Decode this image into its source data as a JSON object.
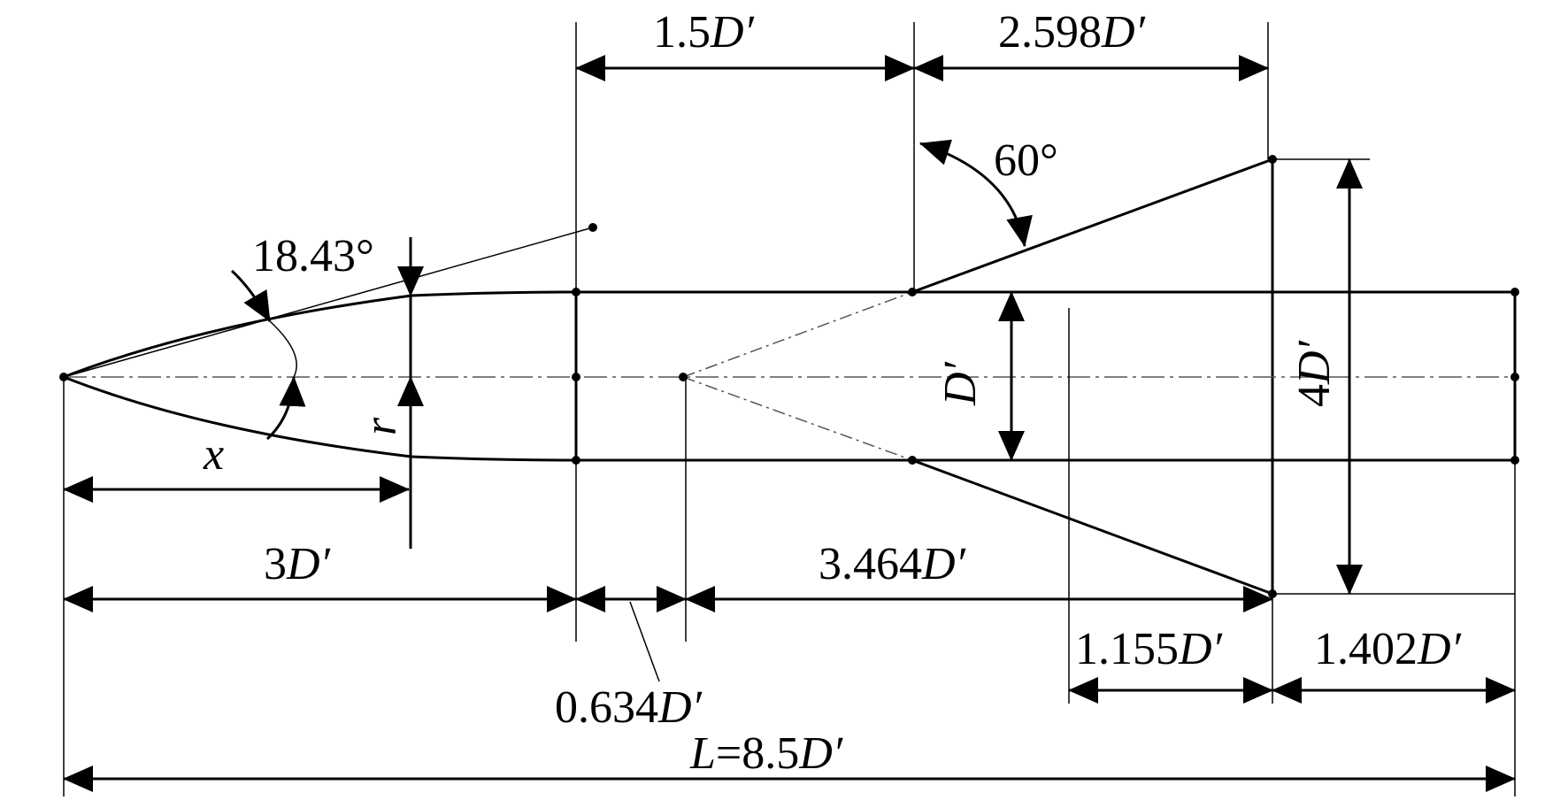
{
  "diagram": {
    "dimensions": {
      "d_1_5": {
        "value": "1.5",
        "unit": "D′"
      },
      "d_2_598": {
        "value": "2.598",
        "unit": "D′"
      },
      "angle_60": {
        "text": "60°"
      },
      "angle_18": {
        "text": "18.43°"
      },
      "d_3": {
        "value": "3",
        "unit": "D′"
      },
      "d_3_464": {
        "value": "3.464",
        "unit": "D′"
      },
      "d_0_634": {
        "value": "0.634",
        "unit": "D′"
      },
      "d_1_155": {
        "value": "1.155",
        "unit": "D′"
      },
      "d_1_402": {
        "value": "1.402",
        "unit": "D′"
      },
      "total_length": {
        "prefix": "L",
        "eq": "=8.5",
        "unit": "D′"
      },
      "diameter": {
        "text": "D′"
      },
      "span_4d": {
        "value": "4",
        "unit": "D′"
      }
    },
    "variables": {
      "x": "x",
      "r": "r"
    }
  }
}
